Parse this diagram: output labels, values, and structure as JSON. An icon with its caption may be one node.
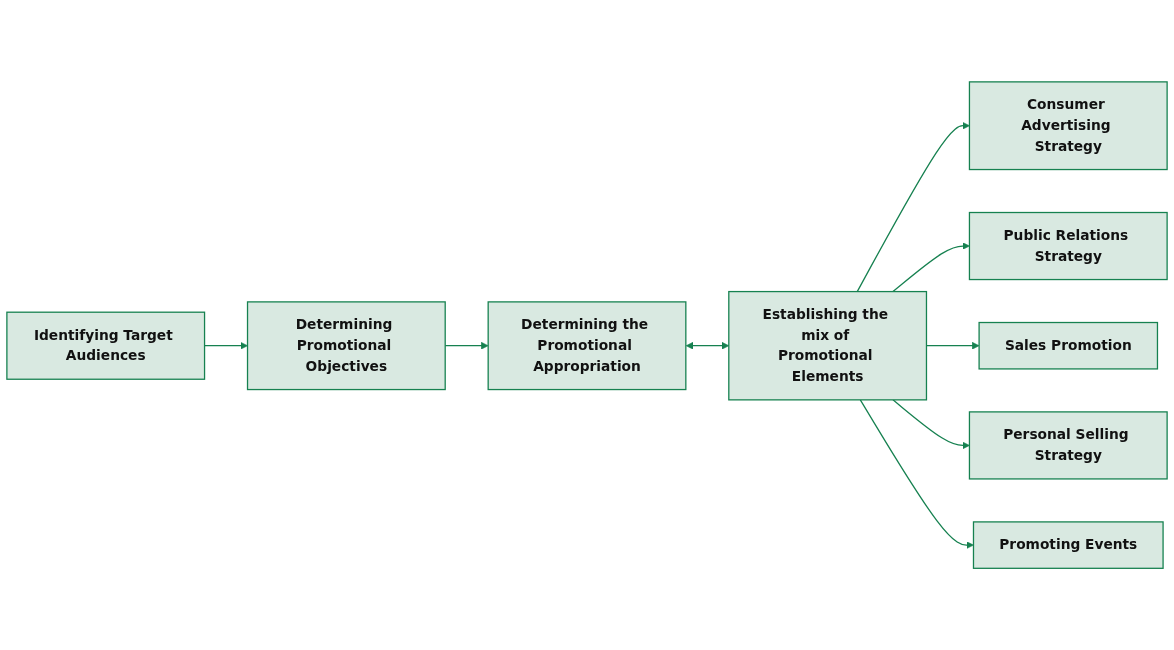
{
  "diagram": {
    "nodes": [
      {
        "text": [
          "Identifying Target Audiences"
        ]
      },
      {
        "text": [
          "Determining Promotional Objectives"
        ]
      },
      {
        "text": [
          "Determining the Promotional Appropriation"
        ]
      },
      {
        "text": [
          "Establishing the mix of Promotional Elements"
        ]
      },
      {
        "text": [
          "Consumer Advertising Strategy"
        ]
      },
      {
        "text": [
          "Public Relations Strategy"
        ]
      },
      {
        "text": [
          "Sales Promotion"
        ]
      },
      {
        "text": [
          "Personal Selling Strategy"
        ]
      },
      {
        "text": [
          "Promoting Events"
        ]
      }
    ],
    "edges": [
      {
        "from": 0,
        "to": 1,
        "arrow": "to"
      },
      {
        "from": 1,
        "to": 2,
        "arrow": "to"
      },
      {
        "from": 2,
        "to": 3,
        "arrow": "both"
      },
      {
        "from": 3,
        "to": 4,
        "arrow": "to"
      },
      {
        "from": 3,
        "to": 5,
        "arrow": "to"
      },
      {
        "from": 3,
        "to": 6,
        "arrow": "to"
      },
      {
        "from": 3,
        "to": 7,
        "arrow": "to"
      },
      {
        "from": 3,
        "to": 8,
        "arrow": "to"
      }
    ]
  }
}
